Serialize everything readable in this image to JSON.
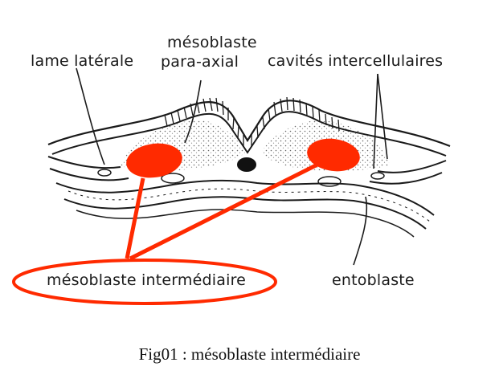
{
  "diagram": {
    "labels": {
      "lame_laterale": "lame latérale",
      "mesoblaste_paraxial_line1": "mésoblaste",
      "mesoblaste_paraxial_line2": "para-axial",
      "cavites_intercellulaires": "cavités intercellulaires",
      "mesoblaste_intermediaire": "mésoblaste intermédiaire",
      "entoblaste": "entoblaste"
    },
    "colors": {
      "highlight": "#ff2a00",
      "line": "#1a1a1a",
      "stipple": "#555555"
    }
  },
  "caption": "Fig01 : mésoblaste intermédiaire"
}
